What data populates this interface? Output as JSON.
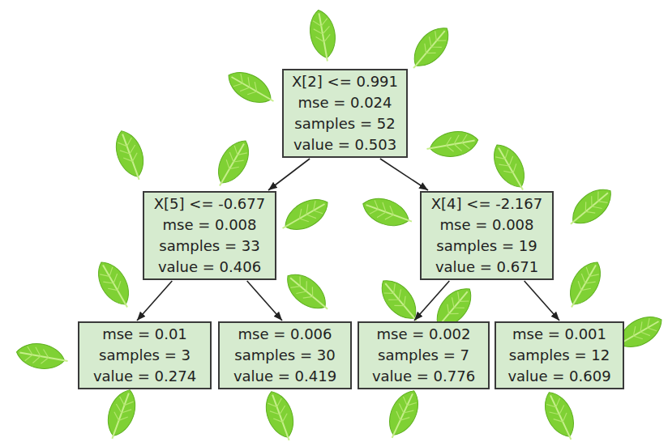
{
  "diagram": {
    "nodes": [
      {
        "text": [
          "X[2] <= 0.991",
          "mse = 0.024",
          "samples = 52",
          "value = 0.503"
        ]
      },
      {
        "text": [
          "X[5] <= -0.677",
          "mse = 0.008",
          "samples = 33",
          "value = 0.406"
        ]
      },
      {
        "text": [
          "X[4] <= -2.167",
          "mse = 0.008",
          "samples = 19",
          "value = 0.671"
        ]
      },
      {
        "text": [
          "mse = 0.01",
          "samples = 3",
          "value = 0.274"
        ]
      },
      {
        "text": [
          "mse = 0.006",
          "samples = 30",
          "value = 0.419"
        ]
      },
      {
        "text": [
          "mse = 0.002",
          "samples = 7",
          "value = 0.776"
        ]
      },
      {
        "text": [
          "mse = 0.001",
          "samples = 12",
          "value = 0.609"
        ]
      }
    ],
    "edges": [
      {
        "from": 0,
        "to": 1,
        "arrow": "to"
      },
      {
        "from": 0,
        "to": 2,
        "arrow": "to"
      },
      {
        "from": 1,
        "to": 3,
        "arrow": "to"
      },
      {
        "from": 1,
        "to": 4,
        "arrow": "to"
      },
      {
        "from": 2,
        "to": 5,
        "arrow": "to"
      },
      {
        "from": 2,
        "to": 6,
        "arrow": "to"
      }
    ]
  }
}
